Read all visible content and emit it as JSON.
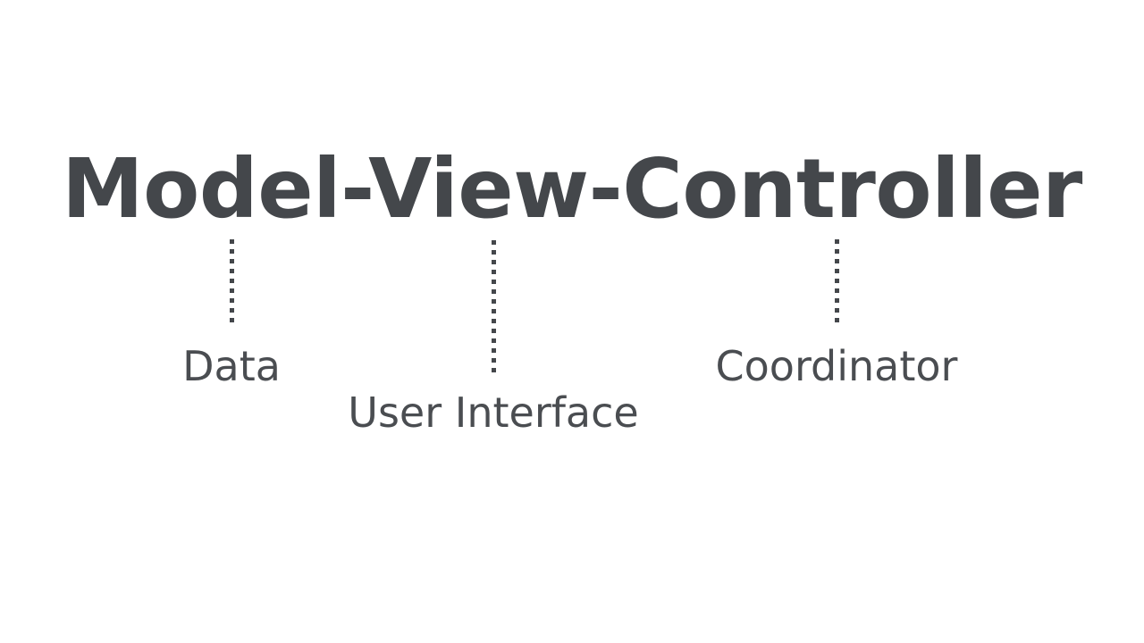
{
  "slide": {
    "background_color": "#ffffff",
    "text_color": "#44474b",
    "title": "Model-View-Controller"
  },
  "diagram": {
    "type": "annotated-term-breakdown",
    "orientation": "vertical-dotted-leaders",
    "parts": [
      {
        "term": "Model",
        "label": "Data",
        "connector": "dotted-vertical-line"
      },
      {
        "term": "View",
        "label": "User Interface",
        "connector": "dotted-vertical-line"
      },
      {
        "term": "Controller",
        "label": "Coordinator",
        "connector": "dotted-vertical-line"
      }
    ]
  }
}
